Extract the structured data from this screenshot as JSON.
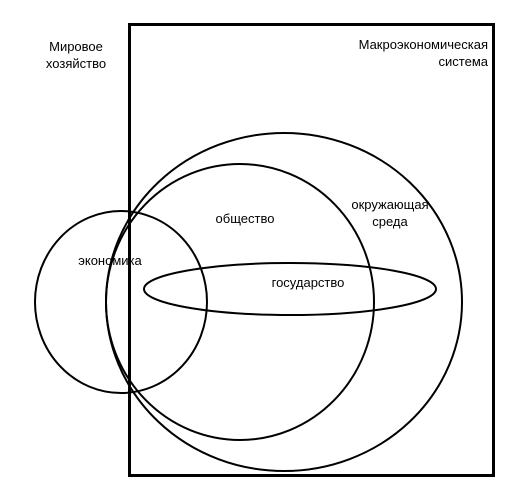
{
  "labels": {
    "world_economy": [
      "Мировое",
      "хозяйство"
    ],
    "macro_system": [
      "Макроэкономическая",
      "система"
    ],
    "environment": [
      "окружающая",
      "среда"
    ],
    "society": "общество",
    "economy": "экономика",
    "state": "государство"
  },
  "colors": {
    "line": "#000000",
    "background": "#ffffff"
  }
}
